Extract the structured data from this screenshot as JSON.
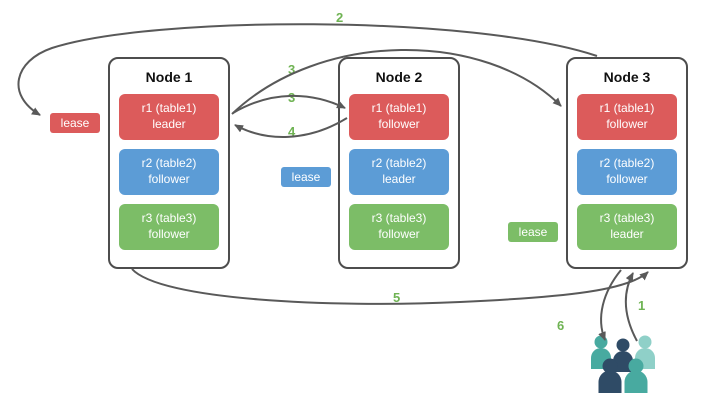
{
  "diagram": {
    "nodes": [
      {
        "title": "Node 1",
        "replicas": [
          {
            "name": "r1 (table1)",
            "role": "leader",
            "color": "#dc5b5b"
          },
          {
            "name": "r2 (table2)",
            "role": "follower",
            "color": "#5c9cd6"
          },
          {
            "name": "r3 (table3)",
            "role": "follower",
            "color": "#7cbd67"
          }
        ]
      },
      {
        "title": "Node 2",
        "replicas": [
          {
            "name": "r1 (table1)",
            "role": "follower",
            "color": "#dc5b5b"
          },
          {
            "name": "r2 (table2)",
            "role": "leader",
            "color": "#5c9cd6"
          },
          {
            "name": "r3 (table3)",
            "role": "follower",
            "color": "#7cbd67"
          }
        ]
      },
      {
        "title": "Node 3",
        "replicas": [
          {
            "name": "r1 (table1)",
            "role": "follower",
            "color": "#dc5b5b"
          },
          {
            "name": "r2 (table2)",
            "role": "follower",
            "color": "#5c9cd6"
          },
          {
            "name": "r3 (table3)",
            "role": "leader",
            "color": "#7cbd67"
          }
        ]
      }
    ],
    "leases": [
      {
        "label": "lease",
        "color": "#dc5b5b"
      },
      {
        "label": "lease",
        "color": "#5c9cd6"
      },
      {
        "label": "lease",
        "color": "#7cbd67"
      }
    ],
    "steps": {
      "one": "1",
      "two": "2",
      "three_a": "3",
      "three_b": "3",
      "four": "4",
      "five": "5",
      "six": "6"
    },
    "icons": {
      "clients": "users-group-icon"
    },
    "colors": {
      "replica_red": "#dc5b5b",
      "replica_blue": "#5c9cd6",
      "replica_green": "#7cbd67",
      "node_border": "#4d4d4d",
      "arrow": "#595959",
      "step_label": "#6fb353",
      "users_teal": "#48aaa0",
      "users_light_teal": "#8fd0c8",
      "users_navy": "#2f4b66"
    }
  }
}
